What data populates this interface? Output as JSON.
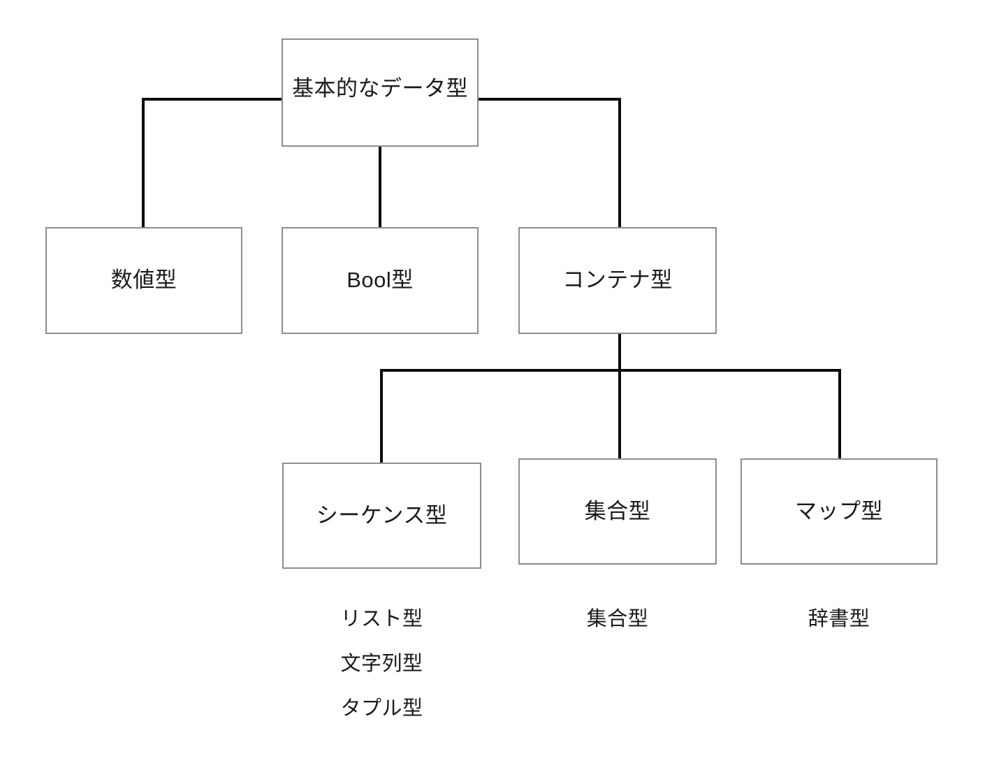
{
  "diagram": {
    "title": "基本的なデータ型",
    "nodes": {
      "root": {
        "label": "基本的なデータ型"
      },
      "numeric": {
        "label": "数値型"
      },
      "bool": {
        "label": "Bool型"
      },
      "container": {
        "label": "コンテナ型"
      },
      "sequence": {
        "label": "シーケンス型"
      },
      "set": {
        "label": "集合型"
      },
      "map": {
        "label": "マップ型"
      }
    },
    "captions": {
      "sequence_members": [
        "リスト型",
        "文字列型",
        "タプル型"
      ],
      "set_members": [
        "集合型"
      ],
      "map_members": [
        "辞書型"
      ]
    },
    "colors": {
      "node_border": "#8a8d93",
      "node_fill": "#ffffff",
      "connector": "#0a0a0a",
      "text": "#1a1a1a",
      "background": "#ffffff"
    }
  }
}
